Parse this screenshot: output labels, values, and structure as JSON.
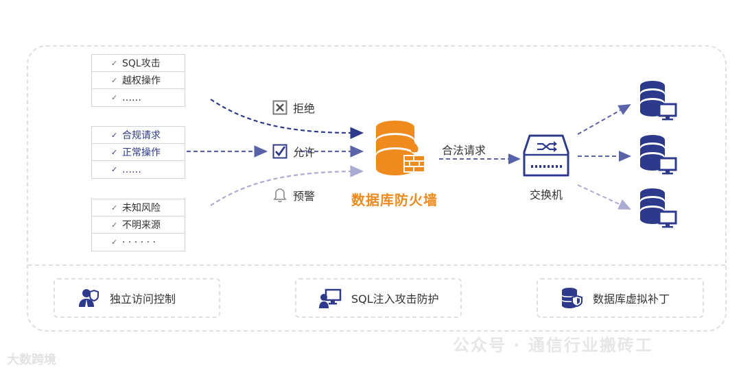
{
  "lists": {
    "list1": [
      "SQL攻击",
      "越权操作",
      "……"
    ],
    "list2": [
      "合规请求",
      "正常操作",
      "……"
    ],
    "list3": [
      "未知风险",
      "不明来源",
      "· · · · · ·"
    ]
  },
  "actions": {
    "reject": "拒绝",
    "allow": "允许",
    "warn": "预警"
  },
  "firewall_label": "数据库防火墙",
  "legal_request_label": "合法请求",
  "switch_label": "交换机",
  "capabilities": [
    "独立访问控制",
    "SQL注入攻击防护",
    "数据库虚拟补丁"
  ],
  "watermark": {
    "text1": "公众号 · 通信行业搬砖工",
    "text2": "大数跨境"
  },
  "colors": {
    "navy": "#2d3a8c",
    "orange": "#ef8a1f",
    "light_purple": "#a9abd3"
  }
}
